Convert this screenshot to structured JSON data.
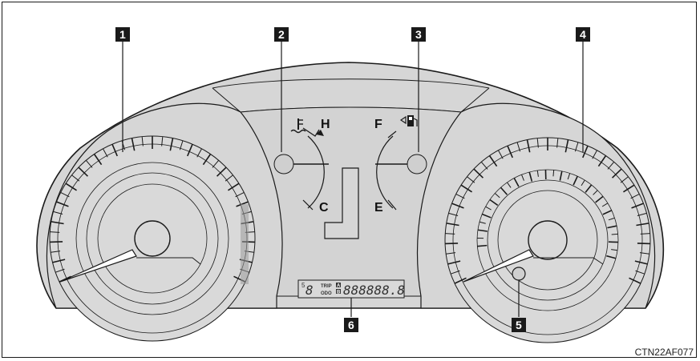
{
  "callouts": [
    {
      "id": "1",
      "label": "1"
    },
    {
      "id": "2",
      "label": "2"
    },
    {
      "id": "3",
      "label": "3"
    },
    {
      "id": "4",
      "label": "4"
    },
    {
      "id": "5",
      "label": "5"
    },
    {
      "id": "6",
      "label": "6"
    }
  ],
  "temp_gauge": {
    "high": "H",
    "low": "C",
    "icon": "coolant-temperature-icon"
  },
  "fuel_gauge": {
    "full": "F",
    "empty": "E",
    "icon": "fuel-pump-icon"
  },
  "display": {
    "shift": "5",
    "trip_label": "TRIP",
    "odo_label": "ODO",
    "a": "A",
    "b": "B",
    "digits": "888888.8"
  },
  "figure_code": "CTN22AF077",
  "colors": {
    "panel": "#d9d9d9",
    "line": "#1a1a1a",
    "callout_bg": "#1a1a1a"
  }
}
